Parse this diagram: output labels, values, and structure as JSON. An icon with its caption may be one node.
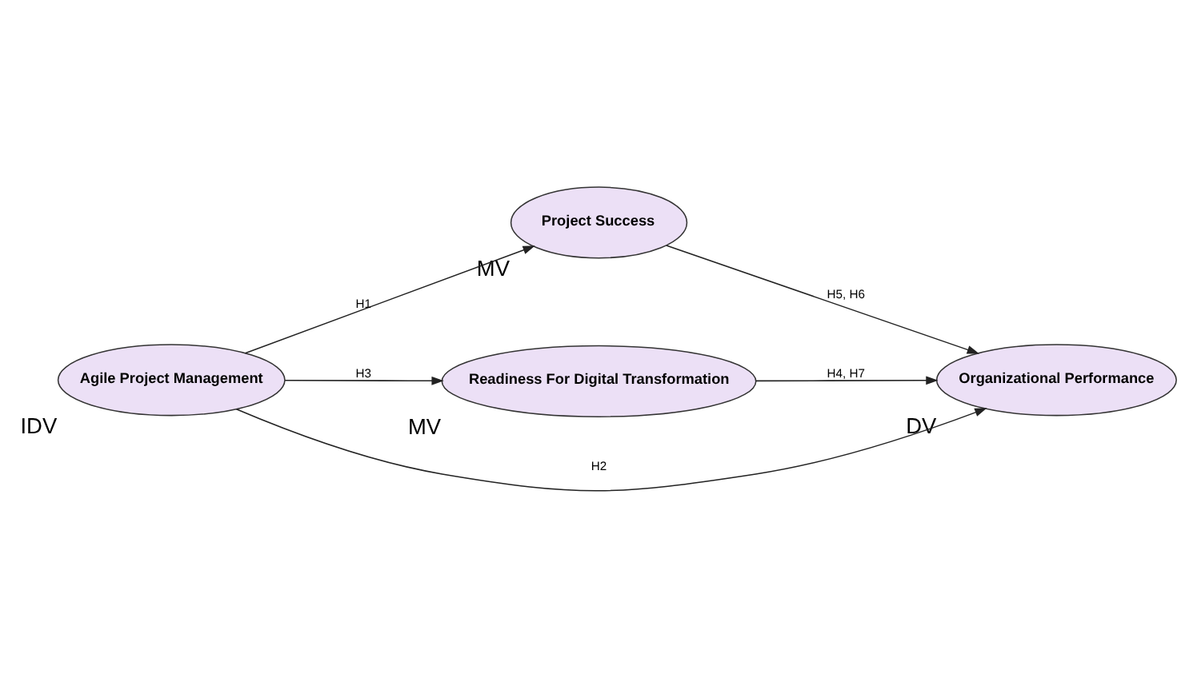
{
  "diagram": {
    "nodes": [
      {
        "text": [
          "Agile Project Management"
        ],
        "beside": [
          "IDV"
        ]
      },
      {
        "text": [
          "Project Success"
        ],
        "beside": [
          "MV"
        ]
      },
      {
        "text": [
          "Readiness For Digital Transformation"
        ],
        "beside": [
          "MV"
        ]
      },
      {
        "text": [
          "Organizational Performance"
        ],
        "beside": [
          "DV"
        ]
      }
    ],
    "edges": [
      {
        "from": 0,
        "to": 1,
        "arrow": "to",
        "label": "H1"
      },
      {
        "from": 0,
        "to": 3,
        "arrow": "to",
        "label": "H2"
      },
      {
        "from": 0,
        "to": 2,
        "arrow": "to",
        "label": "H3"
      },
      {
        "from": 1,
        "to": 3,
        "arrow": "to",
        "label": "H5, H6"
      },
      {
        "from": 2,
        "to": 3,
        "arrow": "to",
        "label": "H4, H7"
      }
    ]
  }
}
